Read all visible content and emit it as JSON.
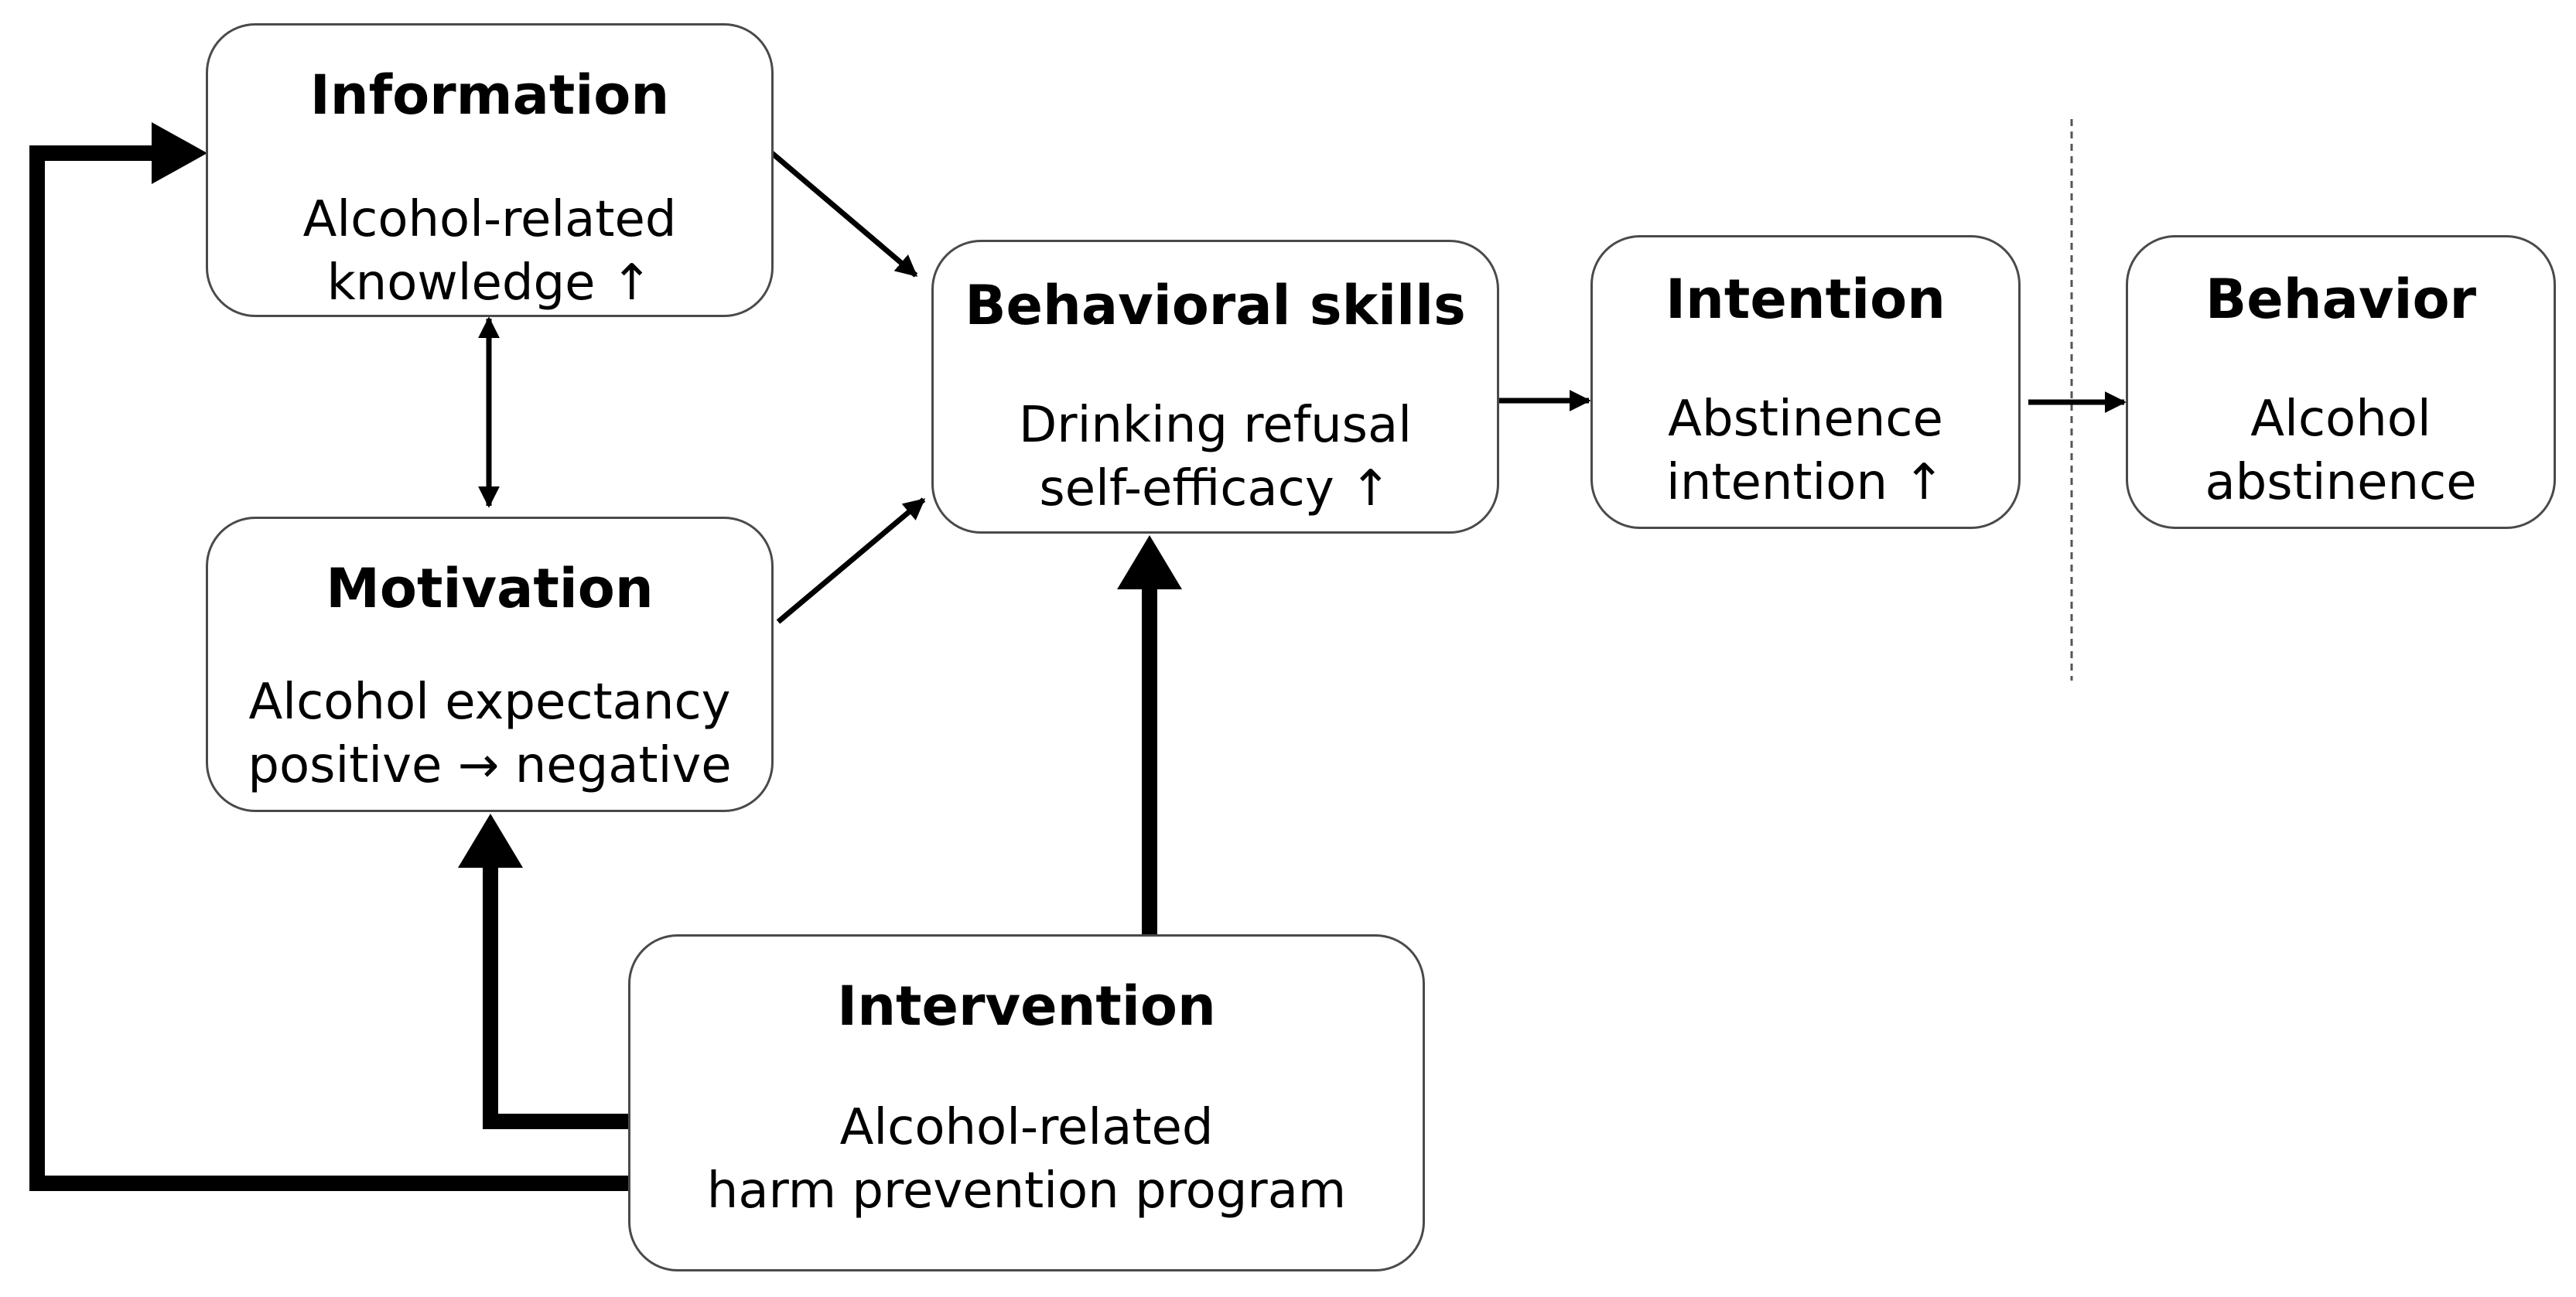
{
  "nodes": {
    "information": {
      "title": "Information",
      "lines": [
        "Alcohol-related",
        "knowledge ↑"
      ]
    },
    "motivation": {
      "title": "Motivation",
      "lines": [
        "Alcohol expectancy",
        "positive → negative"
      ]
    },
    "behavioral_skills": {
      "title": "Behavioral skills",
      "lines": [
        "Drinking refusal",
        "self-efficacy ↑"
      ]
    },
    "intention": {
      "title": "Intention",
      "lines": [
        "Abstinence",
        "intention ↑"
      ]
    },
    "behavior": {
      "title": "Behavior",
      "lines": [
        "Alcohol",
        "abstinence"
      ]
    },
    "intervention": {
      "title": "Intervention",
      "lines": [
        "Alcohol-related",
        "harm prevention program"
      ]
    }
  },
  "edges": [
    {
      "from": "information",
      "to": "behavioral_skills",
      "style": "thin"
    },
    {
      "from": "motivation",
      "to": "behavioral_skills",
      "style": "thin"
    },
    {
      "from": "information",
      "to": "motivation",
      "style": "thin-bidirectional"
    },
    {
      "from": "behavioral_skills",
      "to": "intention",
      "style": "thin"
    },
    {
      "from": "intention",
      "to": "behavior",
      "style": "thin"
    },
    {
      "from": "intervention",
      "to": "behavioral_skills",
      "style": "thick"
    },
    {
      "from": "intervention",
      "to": "motivation",
      "style": "thick"
    },
    {
      "from": "intervention",
      "to": "information",
      "style": "thick"
    }
  ],
  "separator": {
    "style": "dashed",
    "between": [
      "intention",
      "behavior"
    ]
  },
  "colors": {
    "box_border": "#4a4a4a",
    "arrow": "#000000",
    "separator": "#555555",
    "background": "#ffffff"
  }
}
